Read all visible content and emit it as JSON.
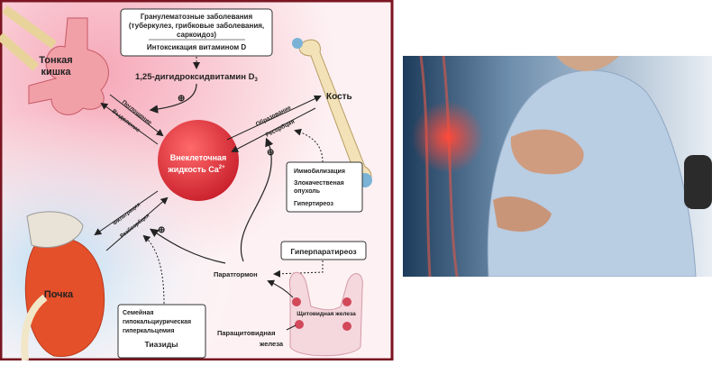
{
  "diagram": {
    "intestine_label": [
      "Тонкая",
      "кишка"
    ],
    "causes_box": {
      "lines": [
        "Гранулематозные заболевания",
        "(туберкулез, грибковые заболевания,",
        "саркоидоз)"
      ],
      "vitd": "Интоксикация витамином D"
    },
    "vitamin_label": "1,25-дигидроксидвитамин D",
    "vitamin_subscript": "3",
    "plus": "⊕",
    "absorption": "Поглощение",
    "excretion": "Выделение",
    "center": [
      "Внеклеточная",
      "жидкость Ca"
    ],
    "center_sup": "2+",
    "bone_label": "Кость",
    "formation": "Образование",
    "resorption": "Ресорбция",
    "bone_box": [
      "Иммобилизация",
      "Злокачественая",
      "опухоль",
      "Гипертиреоз"
    ],
    "filtration": "Фильтрация",
    "reabsorption": "Реабсорбция",
    "kidney_label": "Почка",
    "kidney_box": [
      "Семейная",
      "гипокальциурическая",
      "гиперкальцемия",
      "Тиазиды"
    ],
    "hyperpara": "Гиперпаратиреоз",
    "pth": "Паратгормон",
    "thyroid": "Щитовидная железа",
    "parathyroid": [
      "Паращитовидная",
      "железа"
    ]
  },
  "colors": {
    "border": "#7a1622",
    "calcium": "#e3333f",
    "kidney": "#e4502a"
  }
}
